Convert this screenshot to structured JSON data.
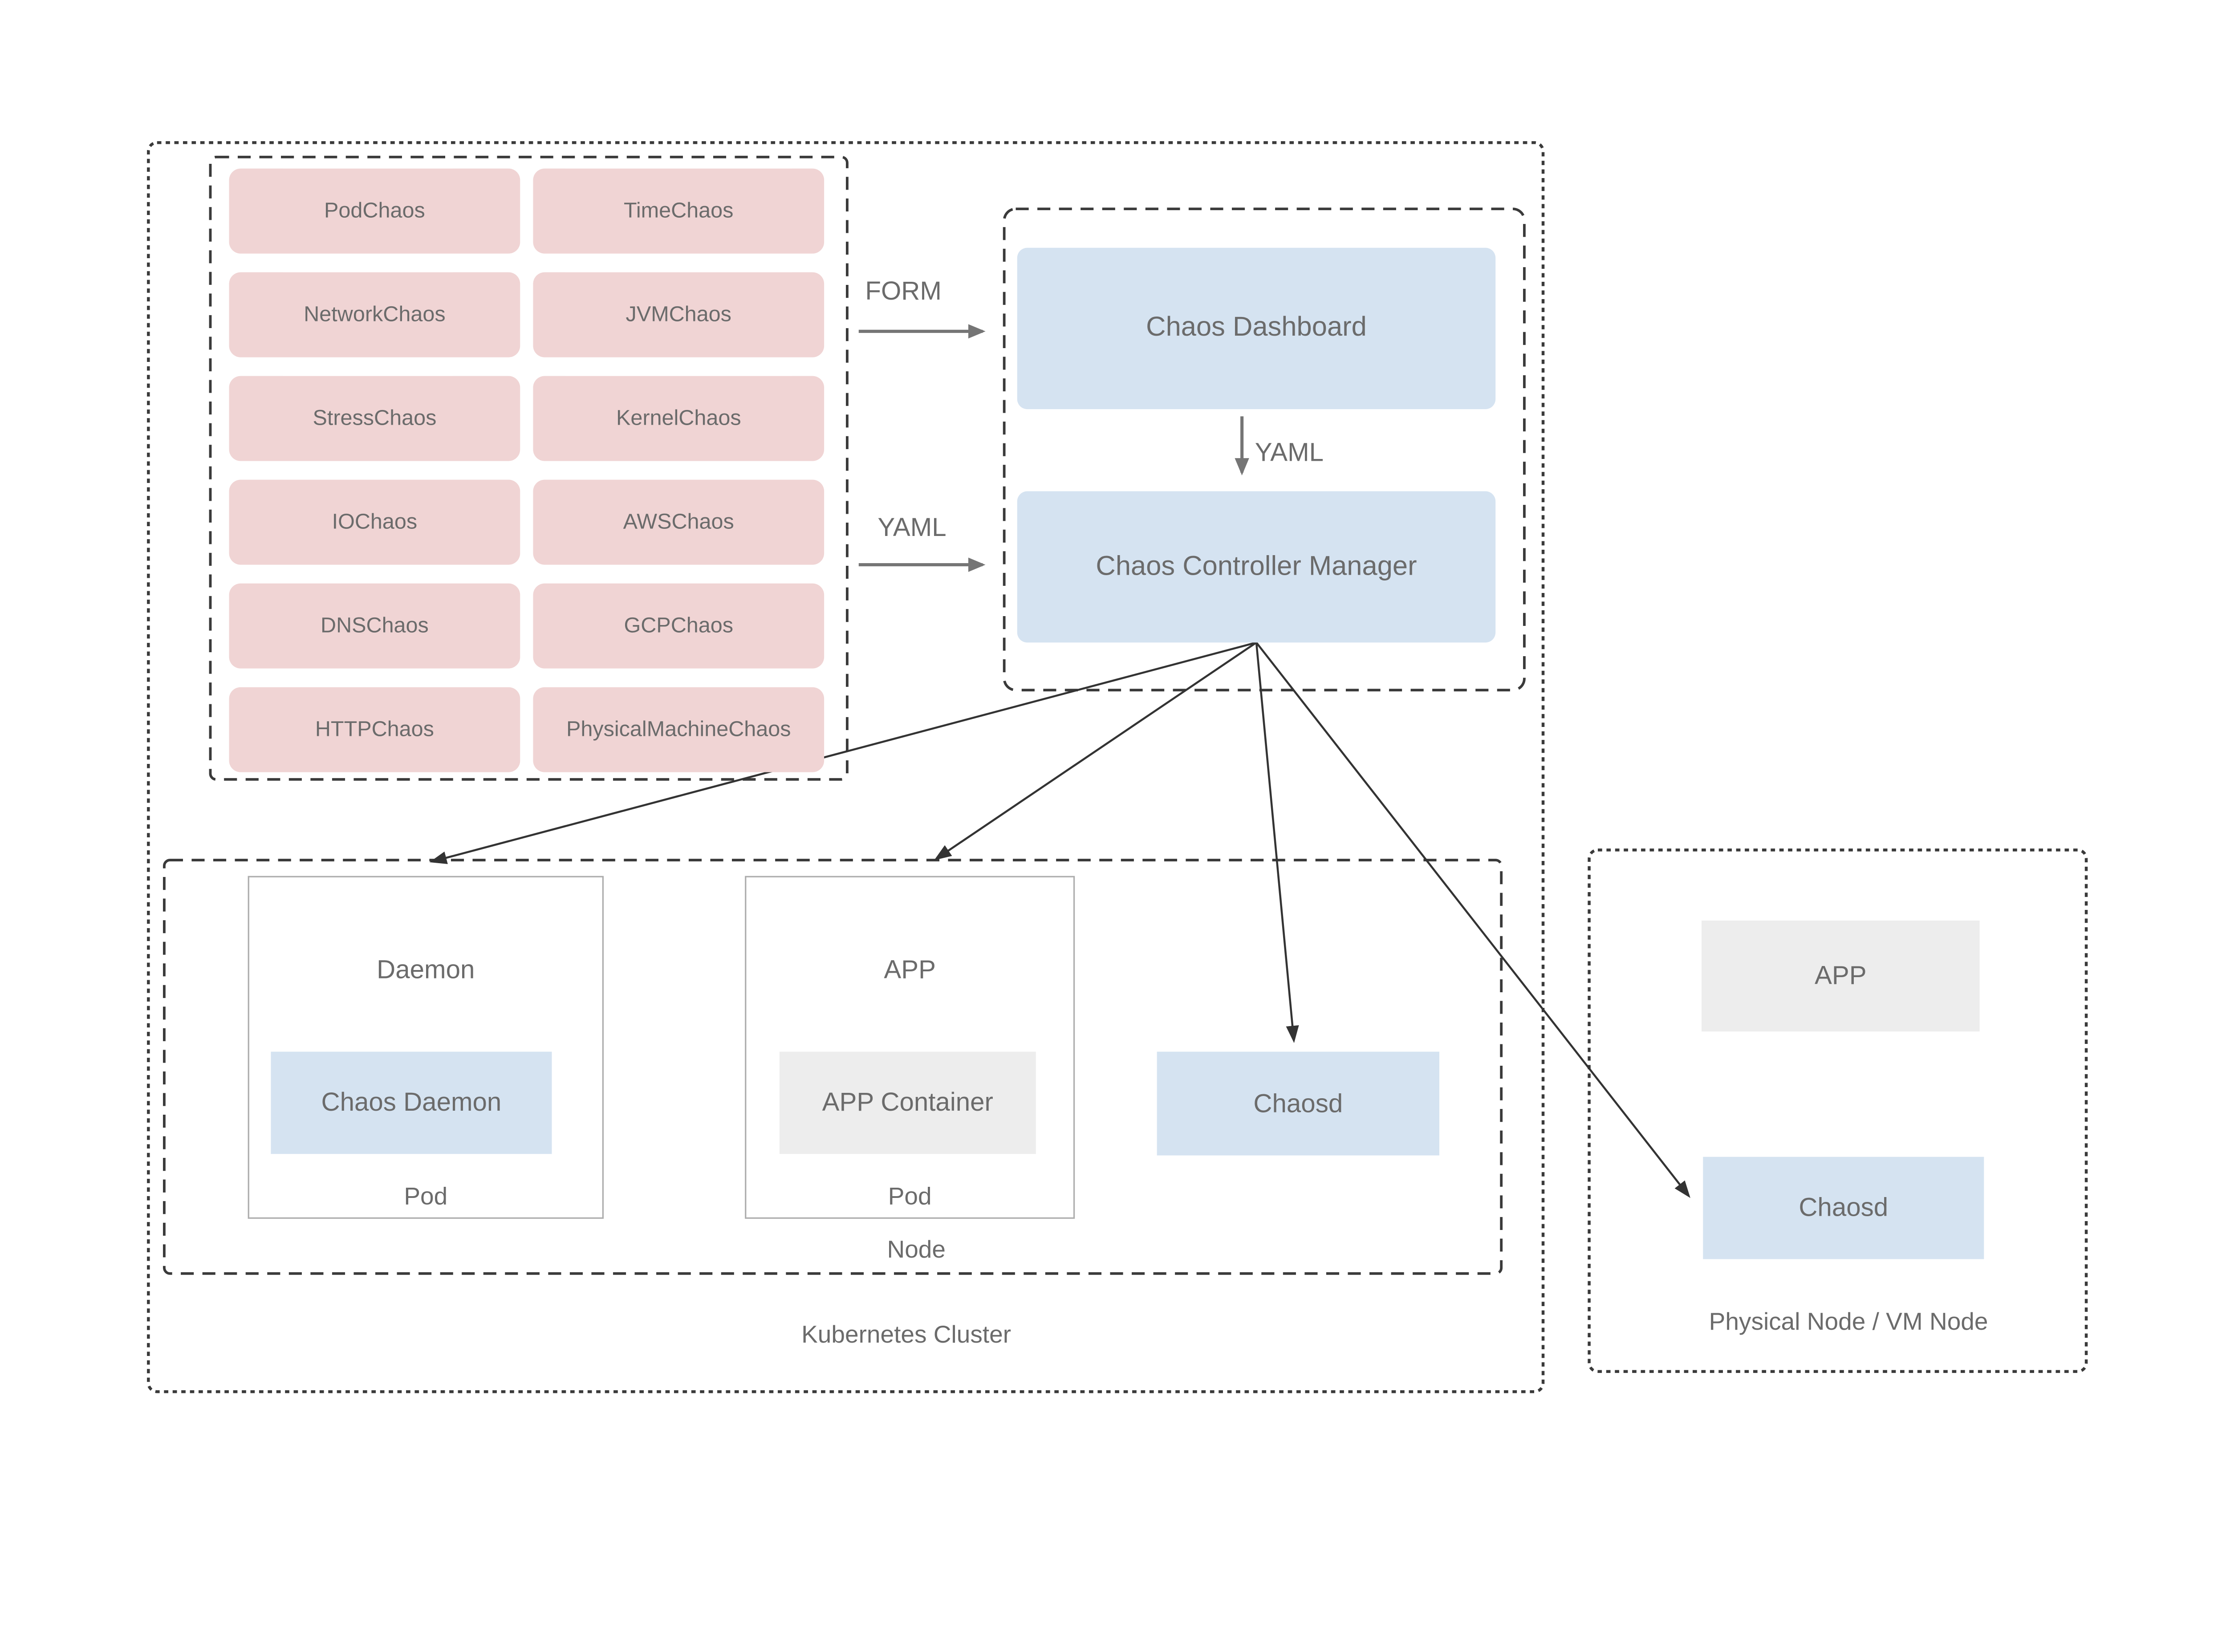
{
  "chaos_types": [
    "PodChaos",
    "TimeChaos",
    "NetworkChaos",
    "JVMChaos",
    "StressChaos",
    "KernelChaos",
    "IOChaos",
    "AWSChaos",
    "DNSChaos",
    "GCPChaos",
    "HTTPChaos",
    "PhysicalMachineChaos"
  ],
  "flows": {
    "form_label": "FORM",
    "yaml_label": "YAML",
    "dashboard_yaml_label": "YAML"
  },
  "control_plane": {
    "dashboard": "Chaos Dashboard",
    "controller_manager": "Chaos Controller Manager"
  },
  "kubernetes": {
    "cluster_label": "Kubernetes Cluster",
    "node_label": "Node",
    "daemon_pod": {
      "title": "Daemon",
      "container": "Chaos Daemon",
      "pod_label": "Pod"
    },
    "app_pod": {
      "title": "APP",
      "container": "APP Container",
      "pod_label": "Pod"
    },
    "chaosd": "Chaosd"
  },
  "physical_node": {
    "label": "Physical Node / VM Node",
    "app": "APP",
    "chaosd": "Chaosd"
  },
  "colors": {
    "chaos_type_fill": "#F0D4D4",
    "component_fill": "#D5E3F1",
    "app_fill": "#EDEDED",
    "text": "#6B6B6B",
    "edge_gray": "#757575",
    "edge_dark": "#333333",
    "dashed_border": "#3A3A3A",
    "pod_border": "#ADADAD"
  }
}
